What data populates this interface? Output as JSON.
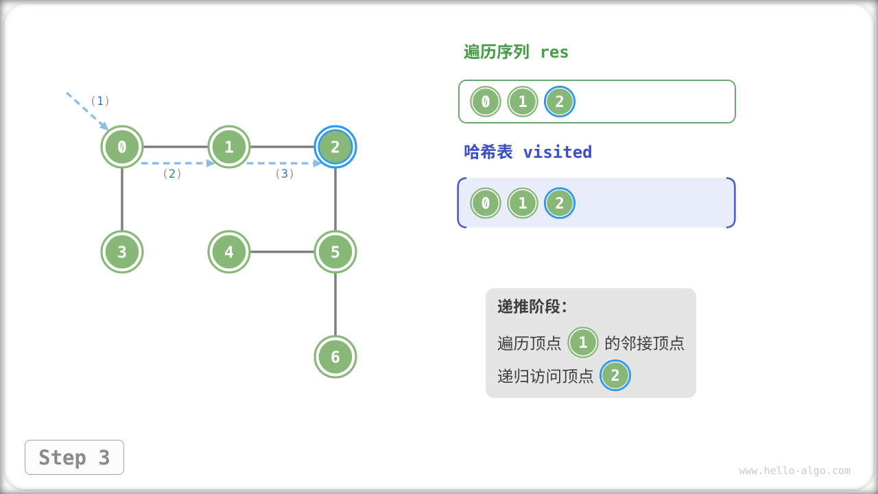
{
  "graph": {
    "nodes": [
      {
        "label": "0"
      },
      {
        "label": "1"
      },
      {
        "label": "2"
      },
      {
        "label": "3"
      },
      {
        "label": "4"
      },
      {
        "label": "5"
      },
      {
        "label": "6"
      }
    ],
    "arrow_labels": [
      {
        "open": "(",
        "num": "1",
        "close": ")"
      },
      {
        "open": "(",
        "num": "2",
        "close": ")"
      },
      {
        "open": "(",
        "num": "3",
        "close": ")"
      }
    ]
  },
  "res_panel": {
    "title": "遍历序列 res",
    "items": [
      "0",
      "1",
      "2"
    ]
  },
  "visited_panel": {
    "title": "哈希表 visited",
    "items": [
      "0",
      "1",
      "2"
    ]
  },
  "info_box": {
    "heading": "递推阶段：",
    "row1_before": "遍历顶点",
    "row1_node": "1",
    "row1_after": "的邻接顶点",
    "row2_before": "递归访问顶点",
    "row2_node": "2"
  },
  "footer": {
    "step_label": "Step 3",
    "watermark": "www.hello-algo.com"
  },
  "colors": {
    "node_green": "#87b878",
    "highlight_blue": "#2d9bf0",
    "edge_gray": "#7f7f7f",
    "arrow_blue": "#8abde9",
    "label_num_blue": "#3478bd",
    "label_paren_gray": "#999999",
    "res_title_green": "#489b48",
    "res_border_green": "#6ca86c",
    "visited_title_blue": "#3b4ec9",
    "visited_fill": "#e9edf9",
    "info_fill": "#e5e5e5",
    "info_text": "#3f3f3f"
  }
}
